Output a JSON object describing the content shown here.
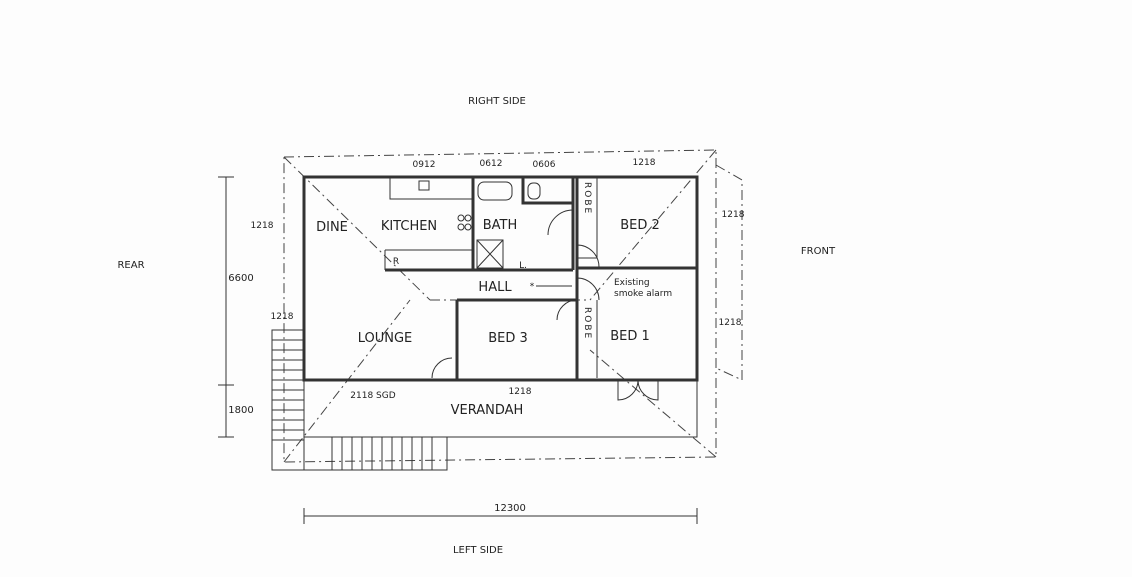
{
  "orientation": {
    "top": "RIGHT SIDE",
    "bottom": "LEFT SIDE",
    "left": "REAR",
    "right": "FRONT"
  },
  "rooms": {
    "dine": "DINE",
    "kitchen": "KITCHEN",
    "bath": "BATH",
    "bed2": "BED 2",
    "hall": "HALL",
    "lounge": "LOUNGE",
    "bed3": "BED 3",
    "bed1": "BED 1",
    "verandah": "VERANDAH",
    "robe_upper": "ROBE",
    "robe_lower": "ROBE",
    "fridge": "R",
    "laundry": "L."
  },
  "annotations": {
    "smoke_alarm_line1": "Existing",
    "smoke_alarm_line2": "smoke alarm",
    "smoke_symbol": "*"
  },
  "dimensions": {
    "win_kitchen": "0912",
    "win_bath": "0612",
    "win_wc": "0606",
    "win_bed2_top": "1218",
    "win_dine": "1218",
    "depth_house": "6600",
    "win_lounge": "1218",
    "depth_verandah": "1800",
    "door_lounge": "2118 SGD",
    "win_bed3": "1218",
    "win_bed2_front": "1218",
    "win_bed1_front": "1218",
    "width_total": "12300"
  }
}
